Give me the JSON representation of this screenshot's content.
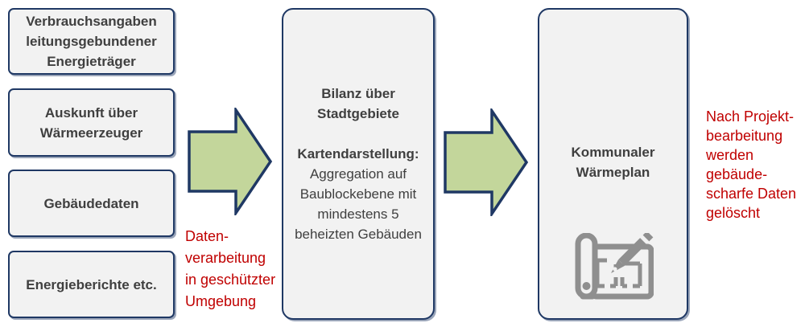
{
  "colors": {
    "box_fill": "#f2f2f2",
    "outline_navy": "#1f3864",
    "arrow_green": "#c3d69b",
    "note_red": "#c00000",
    "icon_gray": "#8f8f8f",
    "text_gray": "#3f3f3f"
  },
  "inputs": [
    {
      "label": "Verbrauchsangaben\nleitungsgebundener\nEnergieträger"
    },
    {
      "label": "Auskunft über\nWärmeerzeuger"
    },
    {
      "label": "Gebäudedaten"
    },
    {
      "label": "Energieberichte etc."
    }
  ],
  "process_note": "Daten-\nverarbeitung\nin geschützter\nUmgebung",
  "central": {
    "title": "Bilanz über\nStadtgebiete",
    "map_heading": "Kartendarstellung:",
    "map_body": "Aggregation auf\nBaublockebene mit\nmindestens 5\nbeheizten Gebäuden"
  },
  "output": {
    "title": "Kommunaler\nWärmeplan",
    "icon": "blueprint-pencil-icon"
  },
  "deletion_note": "Nach Projekt-\nbearbeitung\nwerden\ngebäude-\nscharfe Daten\ngelöscht"
}
